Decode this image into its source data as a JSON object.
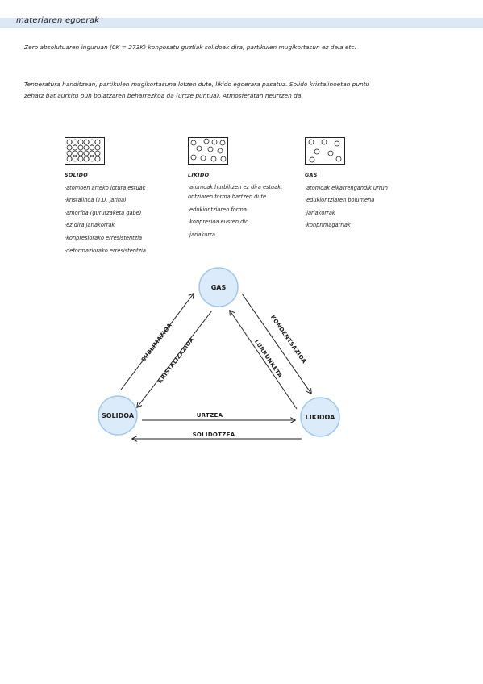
{
  "header": {
    "title": "materiaren egoerak"
  },
  "paragraphs": [
    "Zero absolutuaren inguruan (0K = 273K) konposatu guztiak solidoak dira, partikulen mugikortasun ez dela etc.",
    "Tenperatura handitzean, partikulen mugikortasuna lotzen dute, likido egoerara pasatuz. Solido kristalinoetan puntu zehatz bat aurkitu pun bolatzaren beharrezkoa da (urtze puntua). Atmosferatan neurtzen da."
  ],
  "states": [
    {
      "title": "SOLIDO",
      "items": [
        "atomoen arteko lotura estuak",
        "kristalinoa (T.U. jarina)",
        "amorfoa (gurutzaketa gabe)",
        "ez dira jariakorrak",
        "konpresiorako erresistentzia",
        "deformaziorako erresistentzia"
      ]
    },
    {
      "title": "LIKIDO",
      "items": [
        "atomoak hurbiltzen ez dira estuak, ontziaren forma hartzen dute",
        "edukiontziaren forma",
        "konpresioa eusten dio",
        "jariakorra"
      ]
    },
    {
      "title": "GAS",
      "items": [
        "atomoak elkarrengandik urrun",
        "edukiontziaren bolumena",
        "jariakorrak",
        "konprimagarriak"
      ]
    }
  ],
  "diagram": {
    "nodes": {
      "gas": "GAS",
      "solid": "SOLIDOA",
      "liquid": "LIKIDOA"
    },
    "transitions": {
      "sublimation": "SUBLIMAZIOA",
      "crystallization": "KRISTALIZAZIOA",
      "condensation": "KONDENTSAZIOA",
      "evaporation": "LURRUNKETA",
      "melting": "URTZEA",
      "solidification": "SOLIDOTZEA"
    },
    "node_fill": "#dcebfa",
    "node_stroke": "#9cc8ee"
  }
}
